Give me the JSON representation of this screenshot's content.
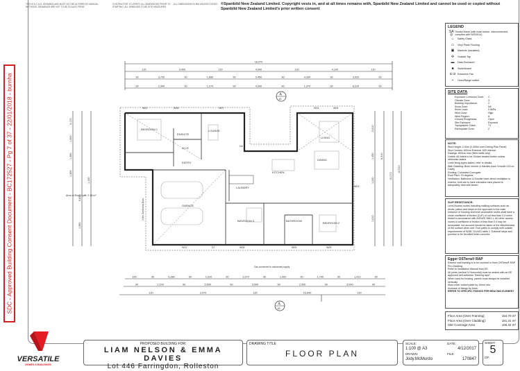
{
  "header": {
    "notes": [
      "THIS IS A C.A.D. DRAWING AND MUST NOT BE ALTERED BY MANUAL METHODS. DRAWINGS ARE NOT TO BE SCALED FROM",
      "CONTRACTOR TO VERIFY ALL DIMENSIONS PRIOR TO STARTING. ALL WINDOWS TO BE SITE MEASURED",
      "ALL DIMENSIONS IN MM UNLESS STATED"
    ],
    "copyright": "©Spanbild New Zealand Limited. Copyright vests in, and at all times remains with, Spanbild New Zealand Limited and cannot be used or copied without Spanbild New Zealand Limited's prior written consent"
  },
  "stamp": "SDC - Approved Building Consent Document - BC172527 - Pg 7 of 37 - 22/01/2018 - burnha",
  "legend": {
    "title": "LEGEND",
    "items": [
      {
        "icon": "smoke-alarm-icon",
        "sym": "SA ◎",
        "label": "Smoke Alarm (with hush button, interconnected, complies with NZS4514)"
      },
      {
        "icon": "safety-glass-icon",
        "sym": "⌂",
        "label": "Safety Glass"
      },
      {
        "icon": "vinyl-plank-icon",
        "sym": "▭",
        "label": "Vinyl Plank Flooring"
      },
      {
        "icon": "manhole-icon",
        "sym": "▣",
        "label": "Manhole (insulated)"
      },
      {
        "icon": "outside-tap-icon",
        "sym": "✣",
        "label": "Outside Tap"
      },
      {
        "icon": "data-enclosure-icon",
        "sym": "▬",
        "label": "Data Enclosure"
      },
      {
        "icon": "switchboard-icon",
        "sym": "■",
        "label": "Switchboard"
      },
      {
        "icon": "extraction-fan-icon",
        "sym": "⊏⊐",
        "label": "Extraction Fan"
      },
      {
        "icon": "oven-switch-icon",
        "sym": "⌁",
        "label": "Oven/Range switch"
      }
    ]
  },
  "site_data": {
    "title": "SITE DATA",
    "rows": [
      [
        "Exposure Corrosion Zone:",
        "C"
      ],
      [
        "Climate Zone:",
        "3"
      ],
      [
        "Building Importance:",
        "2"
      ],
      [
        "Snow Zone:",
        "N4"
      ],
      [
        "Snow Load:",
        "0.5kPa"
      ],
      [
        "Wind Zone:",
        "High"
      ],
      [
        "Wind Region:",
        "A"
      ],
      [
        "Ground Roughness:",
        "Open"
      ],
      [
        "Site Exposure:",
        "Exposed"
      ],
      [
        "Topographic Class:",
        "T1"
      ],
      [
        "Earthquake Zone:",
        "2"
      ]
    ]
  },
  "note": {
    "title": "NOTE:",
    "lines": [
      "Stud Height: 2.40m (2.405m over Ceiling Plan Panel)",
      "Stud Centres: 600crs External, 600 internal.",
      "Dwangs: 800crs max (fixed walls only)",
      "Lintels: All lintels to be Glulam treated timber unless otherwise stated.",
      "Lintel fixing types stated, refer to details.",
      "Wall Cladding: Brick Veneer & Hardies Axon Smooth 133 on Cavity",
      "Roofing: Colorsteel Corrugate",
      "Roof Pitch: 23 degrees",
      "Ventilation: Bathroom & Ensuite have direct ventilation to exterior, both are to have  extraction fans placed to adequately deal with steam"
    ]
  },
  "slip": {
    "title": "SLIP RESISTANCE:",
    "text": "Level Access routes including walking surfaces such as decks, patios and steps on the approach to the main entrance of housing and level accessible routes shall have a mean coefficient of friction (CoF) of not less than 0.4 when tested in accordance with AS/NZS 3661.1. An other access routes a coefficient of friction of less than 0.4 may be acceptable, but account should be taken of the effectiveness of the surface when wet. Foot paths to comply with outside requirements of NZBC D1/AS1 table 2. External steps and porches to be bevelled finish concrete."
  },
  "egger": {
    "title": "Egger OSTerra® RAP",
    "lines": [
      "Exterior wall framing is to be covered in 9mm OSTerra® RAP Pre-Cladding.",
      "Refer to Installation Manual from EE.",
      "All joints (vertical & Horizontal) must be sealed with an EE approved self-adhesive \"flashing tape\".",
      "When used for bracing, panels must always be installed vertically.",
      "Must cover bottom plate by 10mm min.",
      "Increase of fixings by 6mm."
    ],
    "strong": "REFER TO SPECIFIC FIXINGS PER BRACING ELEMENT"
  },
  "areas": [
    [
      "Floor Area (Over Framing):",
      "154.70 m²"
    ],
    [
      "Floor Area (Over Cladding):",
      "161.31 m²"
    ],
    [
      "Site Coverage Area",
      "166.32 m²"
    ]
  ],
  "plan": {
    "rooms": [
      "BEDROOM 1",
      "ENSUITE",
      "LOUNGE",
      "W.I.R",
      "ENTRY",
      "LIVING",
      "DINING",
      "KITCHEN",
      "GARAGE",
      "LAUNDRY",
      "BEDROOM 3",
      "BATHROOM",
      "BEDROOM 2"
    ],
    "windows": [
      "W02",
      "W06",
      "W07",
      "W04",
      "W04",
      "W12",
      "D7",
      "W08",
      "W09",
      "W09",
      "D6",
      "W03"
    ],
    "notes": [
      "Area of Roof Uplift: 2.16 m²",
      "4.8m Sectional Door",
      "Gas connected to unbranded supply"
    ],
    "dims_top": [
      [
        "18,070"
      ],
      [
        "120",
        "9,400",
        "120",
        "4,090",
        "120",
        "4,100",
        "120"
      ],
      [
        "90",
        "3,700",
        "90",
        "1,890",
        "90",
        "3,450",
        "90",
        "4,330",
        "90",
        "3,920",
        "90"
      ],
      [
        "90",
        "2,340",
        "90",
        "1,270",
        "90",
        "4,000",
        "90",
        "1,370",
        "90",
        "8,310",
        "90"
      ]
    ],
    "dims_bottom": [
      [
        "150",
        "90",
        "5,380",
        "90",
        "1,220",
        "90",
        "3,370",
        "90",
        "1,000",
        "90",
        "1,740",
        "90",
        "1,410",
        "90"
      ],
      [
        "90",
        "2,100",
        "90",
        "5,600",
        "90",
        "3,000",
        "90",
        "2,900",
        "90",
        "3,000",
        "90"
      ],
      [
        "120",
        "2,070",
        "120",
        "15,640",
        "120"
      ]
    ],
    "dims_right": [
      "2,610",
      "1,450",
      "1,240",
      "1,010",
      "6,310",
      "10,270",
      "10,510"
    ],
    "dims_left": [
      "3,170",
      "1,300",
      "1,360",
      "1,300",
      "5,830",
      "1,960",
      "1,100"
    ],
    "section_mark": {
      "letter": "A",
      "sheet": "15"
    }
  },
  "title_block": {
    "logo": "VERSATILE",
    "logo_sub": "HOMES & BUILDINGS",
    "proposed_label": "PROPOSED BUILDING FOR:",
    "client": "LIAM NELSON & EMMA DAVIES",
    "address": "Lot 446 Farringdon, Rolleston",
    "drawing_title_label": "DRAWING TITLE",
    "drawing_title": "FLOOR PLAN",
    "scale_label": "SCALE:",
    "scale": "1:100 @ A3",
    "date_label": "DATE:",
    "date": "4/12/2017",
    "drawn_label": "DRAWN:",
    "drawn": "Jody.McMurdo",
    "file_label": "FILE:",
    "file": "170847",
    "sheet_label": "SHEET:",
    "sheet": "5",
    "of_label": "OF:"
  },
  "colors": {
    "stamp": "#d21f1f",
    "logo": "#e31b23"
  }
}
